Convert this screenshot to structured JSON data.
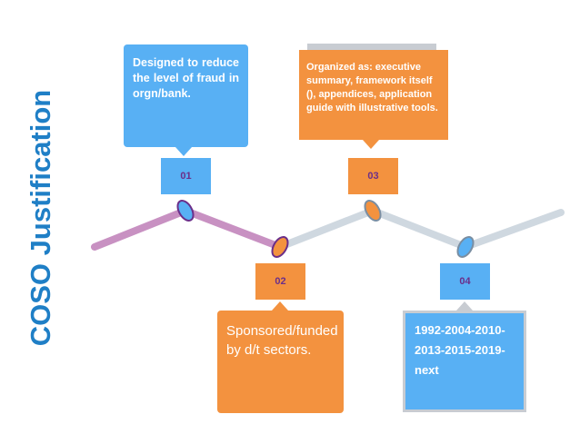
{
  "title": "COSO Justification",
  "items": [
    {
      "number": "01",
      "text": "Designed to reduce the level of fraud in orgn/bank."
    },
    {
      "number": "02",
      "text": "Sponsored/funded by d/t sectors."
    },
    {
      "number": "03",
      "text": "Organized as: executive summary, framework itself (), appendices, application guide with illustrative tools."
    },
    {
      "number": "04",
      "text": "1992-2004-2010-2013-2015-2019-next"
    }
  ],
  "colors": {
    "title": "#1f7fc6",
    "blue": "#58b0f4",
    "orange": "#f3923f",
    "line_pink": "#c891c2",
    "line_gray": "#cfd8e0",
    "frame_gray": "#c8ccd2"
  }
}
